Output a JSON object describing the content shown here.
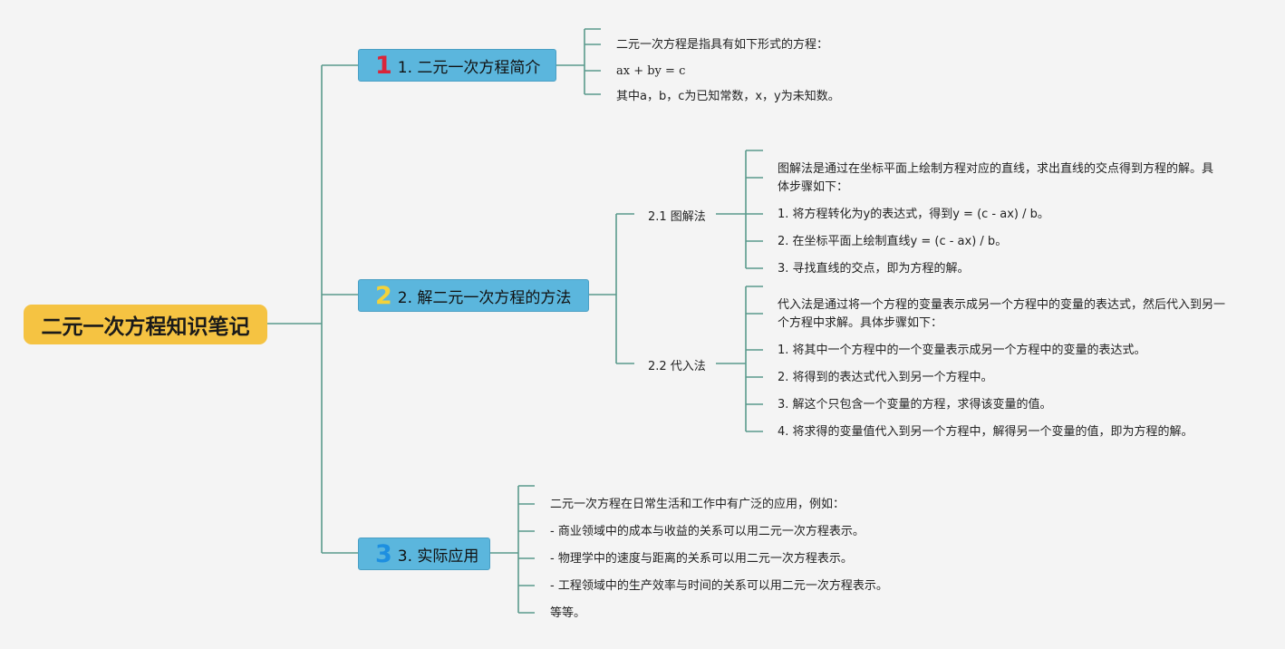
{
  "root": {
    "title": "二元一次方程知识笔记"
  },
  "topics": [
    {
      "number": "1",
      "number_color": "#d9263a",
      "label": "1. 二元一次方程简介",
      "leaves": [
        "二元一次方程是指具有如下形式的方程：",
        "ax + by = c",
        "其中a，b，c为已知常数，x，y为未知数。"
      ]
    },
    {
      "number": "2",
      "number_color": "#f3d23a",
      "label": "2. 解二元一次方程的方法",
      "subtopics": [
        {
          "label": "2.1 图解法",
          "leaves": [
            "图解法是通过在坐标平面上绘制方程对应的直线，求出直线的交点得到方程的解。具体步骤如下：",
            "1. 将方程转化为y的表达式，得到y = (c - ax) / b。",
            "2. 在坐标平面上绘制直线y = (c - ax) / b。",
            "3. 寻找直线的交点，即为方程的解。"
          ]
        },
        {
          "label": "2.2 代入法",
          "leaves": [
            "代入法是通过将一个方程的变量表示成另一个方程中的变量的表达式，然后代入到另一个方程中求解。具体步骤如下：",
            "1. 将其中一个方程中的一个变量表示成另一个方程中的变量的表达式。",
            "2. 将得到的表达式代入到另一个方程中。",
            "3. 解这个只包含一个变量的方程，求得该变量的值。",
            "4. 将求得的变量值代入到另一个方程中，解得另一个变量的值，即为方程的解。"
          ]
        }
      ]
    },
    {
      "number": "3",
      "number_color": "#1e8fe0",
      "label": "3. 实际应用",
      "leaves": [
        "二元一次方程在日常生活和工作中有广泛的应用，例如：",
        "- 商业领域中的成本与收益的关系可以用二元一次方程表示。",
        "- 物理学中的速度与距离的关系可以用二元一次方程表示。",
        "- 工程领域中的生产效率与时间的关系可以用二元一次方程表示。",
        "等等。"
      ]
    }
  ],
  "colors": {
    "line": "#5a9a8c",
    "root_fill": "#f5c342",
    "topic_fill": "#5bb6dd"
  }
}
